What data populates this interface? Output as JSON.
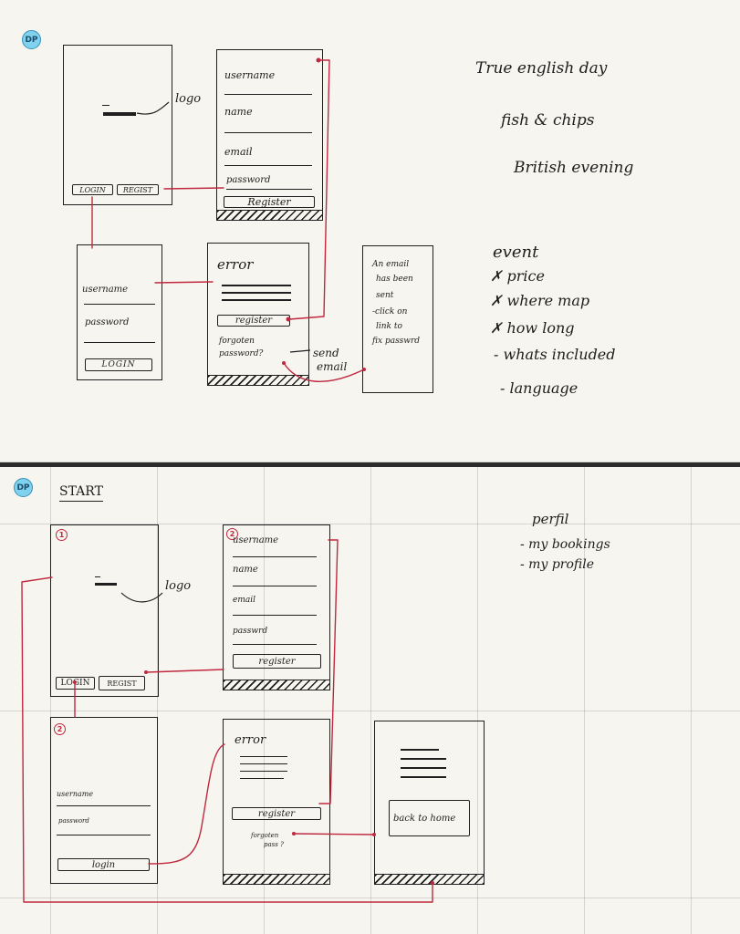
{
  "colors": {
    "paper": "#f6f5ef",
    "ink": "#1f1f1f",
    "connector": "#c0283f",
    "badge": "#7fd3ee"
  },
  "badge_text": "DP",
  "top": {
    "login_screen": {
      "logo_label": "logo",
      "login_button": "LOGIN",
      "register_button": "REGIST"
    },
    "register_screen": {
      "username": "username",
      "name": "name",
      "email": "email",
      "password": "password",
      "register_button": "Register"
    },
    "login_form": {
      "username": "username",
      "password": "password",
      "login_button": "LOGIN"
    },
    "error_screen": {
      "title": "error",
      "register_button": "register",
      "forgot_line1": "forgoten",
      "forgot_line2": "password?"
    },
    "send_email_line1": "send",
    "send_email_line2": "email",
    "email_sent": {
      "line1": "An email",
      "line2": "has been",
      "line3": "sent",
      "line4": "-click on",
      "line5": "link to",
      "line6": "fix passwrd"
    },
    "ideas": [
      "True english day",
      "fish & chips",
      "British evening"
    ],
    "event": {
      "title": "event",
      "items": [
        "✗ price",
        "✗ where map",
        "✗ how long",
        "- whats included",
        "- language"
      ]
    }
  },
  "bottom": {
    "start_label": "START",
    "screen1": {
      "number": "1",
      "logo_label": "logo",
      "login_button": "LOGIN",
      "register_button": "REGIST"
    },
    "screen_register": {
      "number": "2",
      "username": "username",
      "name": "name",
      "email": "email",
      "password": "passwrd",
      "register_button": "register"
    },
    "screen_login": {
      "number": "2",
      "username": "username",
      "password": "password",
      "login_button": "login"
    },
    "screen_error": {
      "title": "error",
      "register_button": "register",
      "forgot_line1": "forgoten",
      "forgot_line2": "pass ?"
    },
    "screen_back": {
      "button": "back to home"
    },
    "profile": {
      "title": "perfil",
      "items": [
        "- my bookings",
        "- my profile"
      ]
    }
  }
}
